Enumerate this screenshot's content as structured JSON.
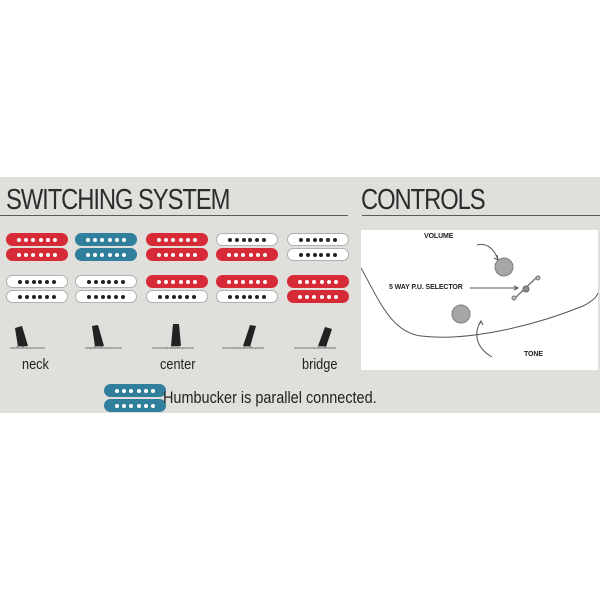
{
  "switching": {
    "title": "SWITCHING SYSTEM",
    "positions": [
      {
        "label": "neck",
        "coils": [
          "red",
          "red",
          "white",
          "white"
        ]
      },
      {
        "label": "",
        "coils": [
          "blue",
          "blue",
          "white",
          "white"
        ]
      },
      {
        "label": "center",
        "coils": [
          "red",
          "red",
          "red",
          "white"
        ]
      },
      {
        "label": "",
        "coils": [
          "white",
          "red",
          "red",
          "white"
        ]
      },
      {
        "label": "bridge",
        "coils": [
          "white",
          "white",
          "red",
          "red"
        ]
      }
    ],
    "legend": {
      "text": "Humbucker is parallel connected.",
      "color": "#2f7f9d"
    }
  },
  "controls": {
    "title": "CONTROLS",
    "labels": {
      "volume": "VOLUME",
      "selector": "5 WAY P.U. SELECTOR",
      "tone": "TONE"
    }
  },
  "colors": {
    "red": "#d62b36",
    "blue": "#2f7f9d",
    "white": "#ffffff",
    "panel": "#e0dfdc"
  }
}
